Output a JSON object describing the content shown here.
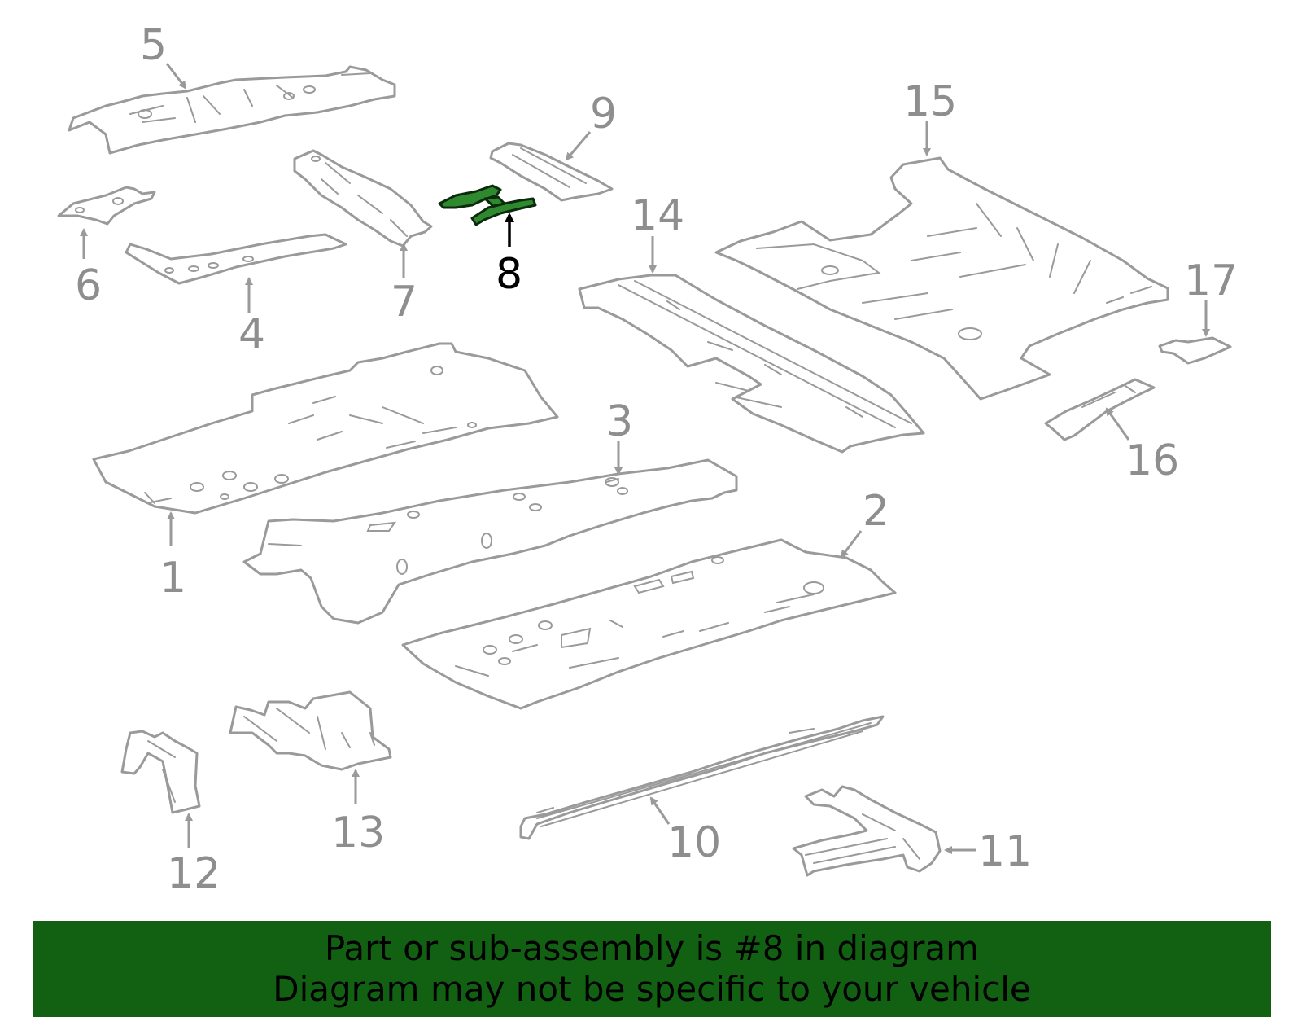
{
  "callouts": {
    "c1": "1",
    "c2": "2",
    "c3": "3",
    "c4": "4",
    "c5": "5",
    "c6": "6",
    "c7": "7",
    "c8": "8",
    "c9": "9",
    "c10": "10",
    "c11": "11",
    "c12": "12",
    "c13": "13",
    "c14": "14",
    "c15": "15",
    "c16": "16",
    "c17": "17"
  },
  "highlighted_part": "8",
  "colors": {
    "line_art": "#9a9a9a",
    "highlight_fill": "#2f8a2f",
    "banner_background": "#126112",
    "banner_text": "#000000"
  },
  "banner": {
    "line1": "Part or sub-assembly is #8 in diagram",
    "line2": "Diagram may not be specific to your vehicle"
  }
}
